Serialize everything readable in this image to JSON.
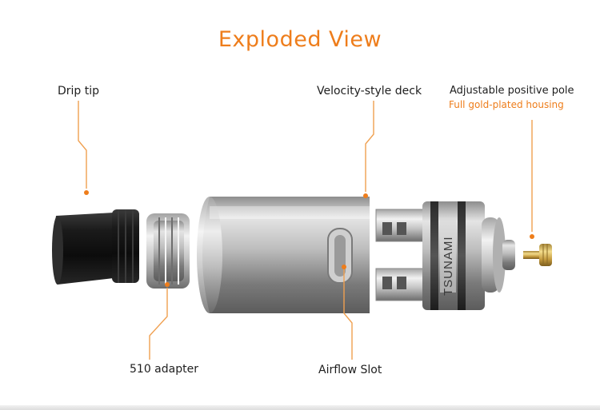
{
  "title": "Exploded View",
  "labels": {
    "drip_tip": "Drip tip",
    "adapter": "510 adapter",
    "deck": "Velocity-style deck",
    "pole": "Adjustable positive pole",
    "housing": "Full gold-plated housing",
    "airflow": "Airflow Slot"
  },
  "engraving": "TSUNAMI",
  "colors": {
    "accent": "#ee7d1b",
    "leader": "#f0a050",
    "text": "#1e1e1e"
  }
}
